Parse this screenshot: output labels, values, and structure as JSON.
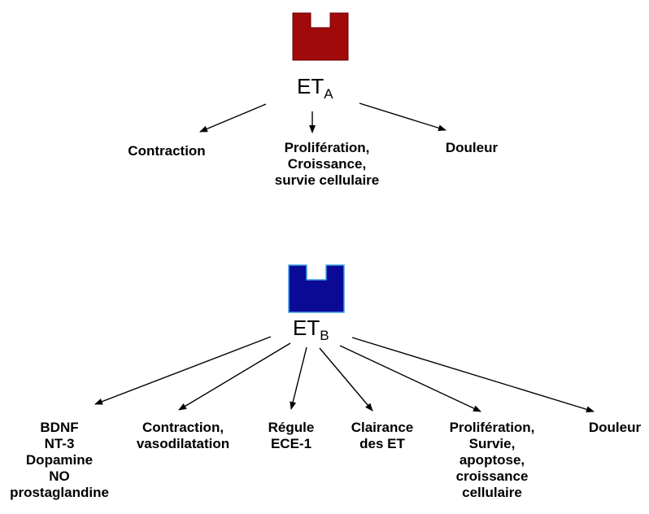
{
  "receptor_a": {
    "label_main": "ET",
    "label_sub": "A",
    "color": "#a00a0a",
    "effects": [
      {
        "lines": [
          "Contraction"
        ]
      },
      {
        "lines": [
          "Prolifération,",
          "Croissance,",
          "survie cellulaire"
        ]
      },
      {
        "lines": [
          "Douleur"
        ]
      }
    ]
  },
  "receptor_b": {
    "label_main": "ET",
    "label_sub": "B",
    "color": "#0a0a96",
    "border_color": "#3fa0e8",
    "effects": [
      {
        "lines": [
          "BDNF",
          "NT-3",
          "Dopamine",
          "NO",
          "prostaglandine"
        ]
      },
      {
        "lines": [
          "Contraction,",
          "vasodilatation"
        ]
      },
      {
        "lines": [
          "Régule",
          "ECE-1"
        ]
      },
      {
        "lines": [
          "Clairance",
          "des ET"
        ]
      },
      {
        "lines": [
          "Prolifération,",
          "Survie,",
          "apoptose,",
          "croissance",
          "cellulaire"
        ]
      },
      {
        "lines": [
          "Douleur"
        ]
      }
    ]
  }
}
